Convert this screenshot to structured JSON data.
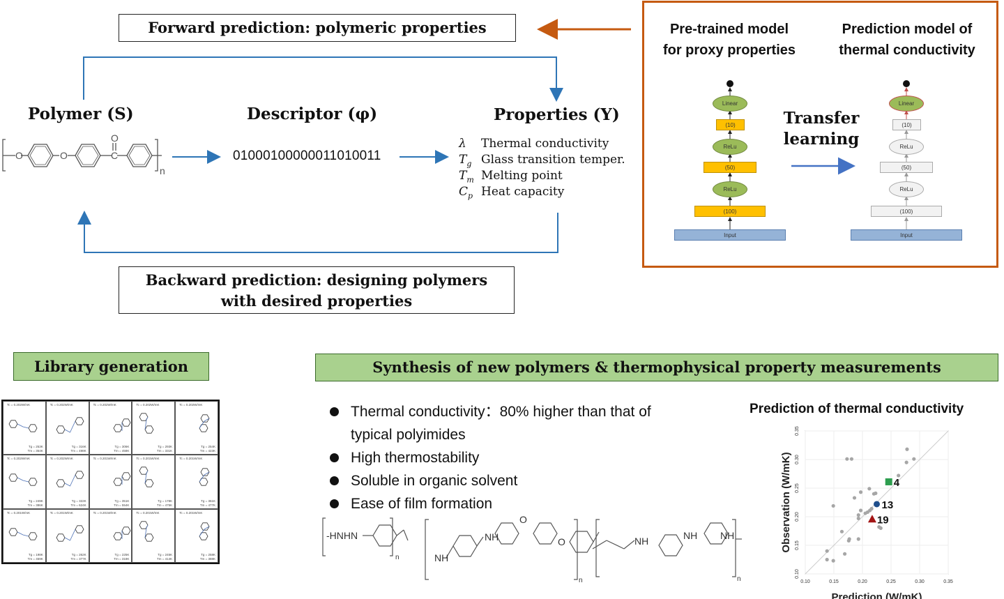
{
  "forward": {
    "label": "Forward prediction: polymeric properties"
  },
  "backward": {
    "line1": "Backward prediction: designing polymers",
    "line2": "with desired properties"
  },
  "columns": {
    "polymer": "Polymer (S)",
    "descriptor": "Descriptor (φ)",
    "properties": "Properties (Y)"
  },
  "polymer_structure": {
    "atom_o": "O",
    "atom_c": "C",
    "subscript": "n"
  },
  "descriptor_value": "01000100000011010011",
  "properties": [
    {
      "symbol": "λ",
      "sub": "",
      "label": "Thermal conductivity"
    },
    {
      "symbol": "T",
      "sub": "g",
      "label": "Glass transition temper."
    },
    {
      "symbol": "T",
      "sub": "m",
      "label": "Melting point"
    },
    {
      "symbol": "C",
      "sub": "p",
      "label": "Heat capacity"
    }
  ],
  "transfer": {
    "pretrained_title_1": "Pre-trained model",
    "pretrained_title_2": "for proxy properties",
    "prediction_title_1": "Prediction model of",
    "prediction_title_2": "thermal conductivity",
    "middle_1": "Transfer",
    "middle_2": "learning",
    "layers": [
      "Linear",
      "(10)",
      "ReLu",
      "(50)",
      "ReLu",
      "(100)",
      "Input"
    ],
    "colors": {
      "frame": "#c55a11",
      "trainable_layer": "#ffc000",
      "activation": "#9bbb59",
      "input": "#95b3d7",
      "frozen": "#f2f2f2",
      "arrow": "#4472c4"
    }
  },
  "library": {
    "title": "Library generation",
    "cells": [
      {
        "tc": "Tc = 0.202W/mK",
        "tg": "Tg = 253K",
        "tm": "Tm = 354K"
      },
      {
        "tc": "Tc = 0.202W/mK",
        "tg": "Tg = 316K",
        "tm": "Tm = 498K"
      },
      {
        "tc": "Tc = 0.202W/mK",
        "tg": "Tg = 306K",
        "tm": "Tm = 458K"
      },
      {
        "tc": "Tc = 0.202W/mK",
        "tg": "Tg = 293K",
        "tm": "Tm = 331K"
      },
      {
        "tc": "Tc = 0.202W/mK",
        "tg": "Tg = 254K",
        "tm": "Tm = 423K"
      },
      {
        "tc": "Tc = 0.202W/mK",
        "tg": "Tg = 249K",
        "tm": "Tm = 386K"
      },
      {
        "tc": "Tc = 0.202W/mK",
        "tg": "Tg = 322K",
        "tm": "Tm = 624K"
      },
      {
        "tc": "Tc = 0.201W/mK",
        "tg": "Tg = 351K",
        "tm": "Tm = 554K"
      },
      {
        "tc": "Tc = 0.201W/mK",
        "tg": "Tg = 178K",
        "tm": "Tm = 475K"
      },
      {
        "tc": "Tc = 0.201W/mK",
        "tg": "Tg = 361K",
        "tm": "Tm = 477K"
      },
      {
        "tc": "Tc = 0.201W/mK",
        "tg": "Tg = 198K",
        "tm": "Tm = 459K"
      },
      {
        "tc": "Tc = 0.201W/mK",
        "tg": "Tg = 262K",
        "tm": "Tm = 377K"
      },
      {
        "tc": "Tc = 0.201W/mK",
        "tg": "Tg = 225K",
        "tm": "Tm = 318K"
      },
      {
        "tc": "Tc = 0.201W/mK",
        "tg": "Tg = 245K",
        "tm": "Tm = 414K"
      },
      {
        "tc": "Tc = 0.201W/mK",
        "tg": "Tg = 258K",
        "tm": "Tm = 388K"
      }
    ]
  },
  "synthesis": {
    "title": "Synthesis of new polymers & thermophysical property measurements",
    "bullets": [
      "Thermal conductivity：80% higher than that of typical polyimides",
      "High thermostability",
      "Soluble in organic solvent",
      "Ease of film formation"
    ],
    "structure_labels": {
      "hnhn": "-HNHN",
      "nh": "NH",
      "o": "O",
      "n": "n"
    }
  },
  "chart_data": {
    "type": "scatter",
    "title": "Prediction of thermal conductivity",
    "xlabel": "Prediction (W/mK)",
    "ylabel": "Observation (W/mK)",
    "xlim": [
      0.1,
      0.35
    ],
    "ylim": [
      0.1,
      0.35
    ],
    "xticks": [
      "0.10",
      "0.15",
      "0.20",
      "0.25",
      "0.30",
      "0.35"
    ],
    "yticks": [
      "0.10",
      "0.15",
      "0.20",
      "0.25",
      "0.30",
      "0.35"
    ],
    "grid": true,
    "diagonal": true,
    "series": [
      {
        "name": "library",
        "color": "#a6a6a6",
        "marker": "circle",
        "points": [
          [
            0.173,
            0.301
          ],
          [
            0.181,
            0.301
          ],
          [
            0.278,
            0.318
          ],
          [
            0.29,
            0.301
          ],
          [
            0.277,
            0.295
          ],
          [
            0.263,
            0.272
          ],
          [
            0.212,
            0.249
          ],
          [
            0.197,
            0.243
          ],
          [
            0.186,
            0.233
          ],
          [
            0.22,
            0.24
          ],
          [
            0.223,
            0.241
          ],
          [
            0.149,
            0.219
          ],
          [
            0.197,
            0.211
          ],
          [
            0.205,
            0.206
          ],
          [
            0.209,
            0.208
          ],
          [
            0.213,
            0.211
          ],
          [
            0.216,
            0.214
          ],
          [
            0.193,
            0.203
          ],
          [
            0.193,
            0.197
          ],
          [
            0.229,
            0.182
          ],
          [
            0.232,
            0.18
          ],
          [
            0.164,
            0.174
          ],
          [
            0.177,
            0.161
          ],
          [
            0.176,
            0.158
          ],
          [
            0.193,
            0.161
          ],
          [
            0.138,
            0.14
          ],
          [
            0.169,
            0.135
          ],
          [
            0.138,
            0.125
          ],
          [
            0.149,
            0.123
          ]
        ]
      },
      {
        "name": "4",
        "color": "#2e9e4f",
        "marker": "square",
        "points": [
          [
            0.246,
            0.261
          ]
        ]
      },
      {
        "name": "13",
        "color": "#1f4e8c",
        "marker": "circle",
        "points": [
          [
            0.225,
            0.222
          ]
        ]
      },
      {
        "name": "19",
        "color": "#a31515",
        "marker": "triangle",
        "points": [
          [
            0.217,
            0.196
          ]
        ]
      }
    ],
    "annotations": [
      "4",
      "13",
      "19"
    ]
  }
}
